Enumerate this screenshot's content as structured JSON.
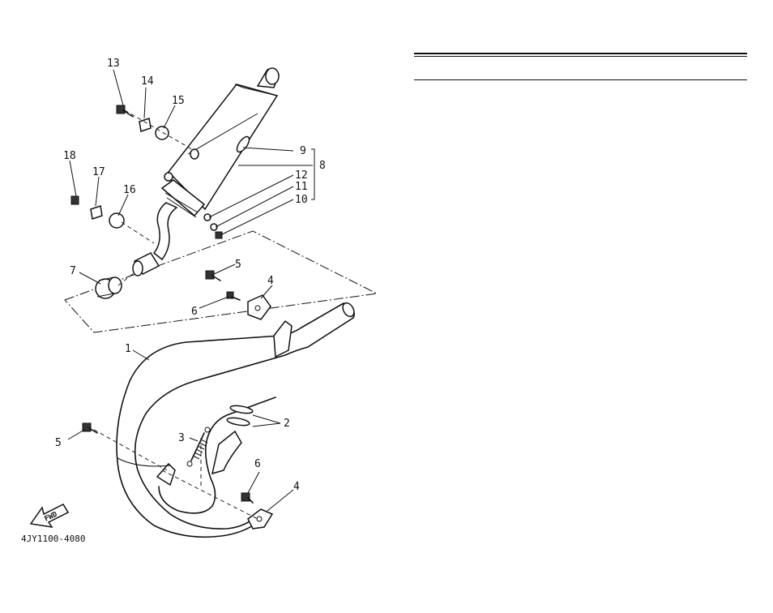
{
  "diagram_code": "4JY1100-4080",
  "fwd_label": "FWD",
  "callouts": {
    "c1": "1",
    "c2": "2",
    "c3": "3",
    "c4a": "4",
    "c4b": "4",
    "c5a": "5",
    "c5b": "5",
    "c6a": "6",
    "c6b": "6",
    "c7": "7",
    "c8": "8",
    "c9": "9",
    "c10": "10",
    "c11": "11",
    "c12": "12",
    "c13": "13",
    "c14": "14",
    "c15": "15",
    "c16": "16",
    "c17": "17",
    "c18": "18"
  }
}
